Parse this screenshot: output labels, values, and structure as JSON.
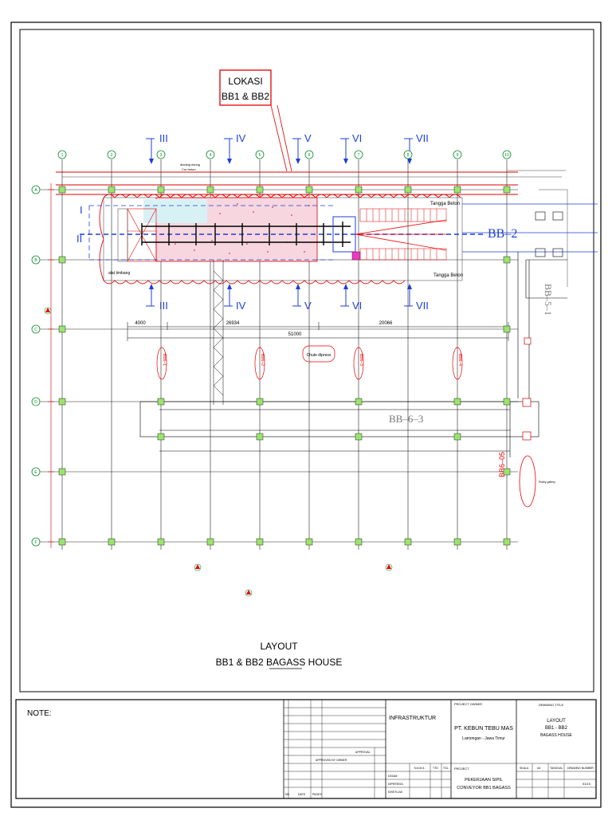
{
  "drawing": {
    "location_callout": {
      "line1": "LOKASI",
      "line2": "BB1 & BB2"
    },
    "section_markers": [
      "III",
      "IV",
      "V",
      "VI",
      "VII"
    ],
    "grid_columns": [
      "1",
      "2",
      "3",
      "4",
      "5",
      "6",
      "7",
      "8",
      "9",
      "10"
    ],
    "grid_rows": [
      "A",
      "B",
      "C",
      "D",
      "E",
      "F"
    ],
    "section_side_marker": "II",
    "conveyor_labels": {
      "bb2": "BB–2",
      "bb5": "BB–5–1",
      "bb6_3": "BB–6–3",
      "bb6_05": "BB6–05"
    },
    "bb_bubbles": [
      "BB6–1",
      "BB6–2",
      "BB6–3",
      "BB6–4"
    ],
    "annotations": {
      "tangga_top": "Tangga Beton",
      "tangga_bottom": "Tangga Beton",
      "dinding": "dinding miring",
      "cor_beton": "Cor beton",
      "chute": "Chute dipress",
      "alat_timbang": "alat timbang",
      "pulley": "Pulley gallery"
    },
    "dimensions": {
      "d1": "4000",
      "d2": "26934",
      "d3": "20066",
      "total": "51000"
    },
    "title": {
      "line1": "LAYOUT",
      "line2": "BB1 & BB2 BAGASS HOUSE"
    }
  },
  "titleblock": {
    "note_label": "NOTE:",
    "dept": "INFRASTRUKTUR",
    "owner_label": "PROJECT OWNER",
    "company": "PT. KEBUN TEBU MAS",
    "location": "Lamongan - Jawa Timur",
    "project_label": "PROJECT",
    "project_line1": "PEKERJAAN SIPIL",
    "project_line2": "CONVEYOR BB1 BAGASS",
    "title_label": "DRAWING TITLE",
    "dwg_title_line1": "LAYOUT",
    "dwg_title_line2": "BB1 - BB2",
    "dwg_title_line3": "BAGASS HOUSE",
    "drawing_number_label": "DRAWING NUMBER",
    "sheet": "01/10",
    "approval": "APPROVAL",
    "approved_by": "APPROVED BY OWNER",
    "name_label": "N A M A",
    "ttd_label": "TTD",
    "tgl_label": "TGL",
    "rows": [
      "DIGAM",
      "DIPERIKSA",
      "DISETUJUI"
    ],
    "rev_labels": [
      "NO",
      "DATE",
      "PAGES"
    ],
    "col_labels": [
      "SKALA",
      "A4",
      "TANGGAL"
    ]
  }
}
